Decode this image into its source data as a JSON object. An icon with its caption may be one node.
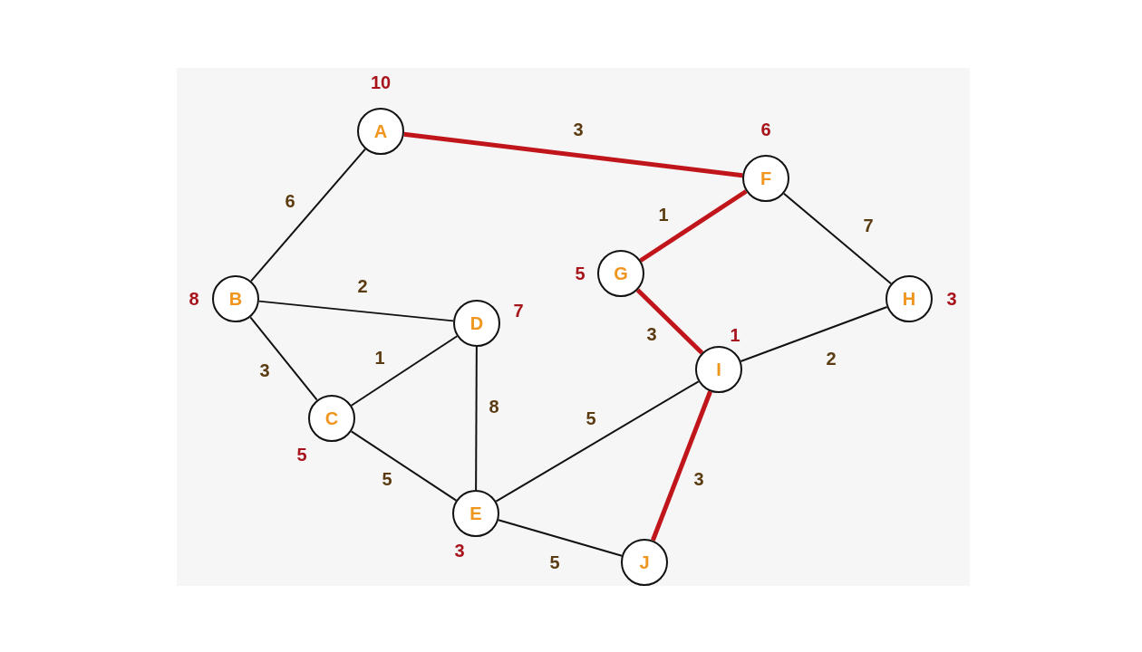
{
  "diagram": {
    "nodes": [
      {
        "text": [
          "A"
        ],
        "beside": [
          "10"
        ]
      },
      {
        "text": [
          "B"
        ],
        "beside": [
          "8"
        ]
      },
      {
        "text": [
          "C"
        ],
        "beside": [
          "5"
        ]
      },
      {
        "text": [
          "D"
        ],
        "beside": [
          "7"
        ]
      },
      {
        "text": [
          "E"
        ],
        "beside": [
          "3"
        ]
      },
      {
        "text": [
          "F"
        ],
        "beside": [
          "6"
        ]
      },
      {
        "text": [
          "G"
        ],
        "beside": [
          "5"
        ]
      },
      {
        "text": [
          "H"
        ],
        "beside": [
          "3"
        ]
      },
      {
        "text": [
          "I"
        ],
        "beside": [
          "1"
        ]
      },
      {
        "text": [
          "J"
        ]
      }
    ],
    "edges": [
      {
        "from": 0,
        "to": 1,
        "arrow": "none",
        "label": "6"
      },
      {
        "from": 0,
        "to": 5,
        "arrow": "none",
        "label": "3",
        "style": "thick",
        "color": "#c0161b"
      },
      {
        "from": 1,
        "to": 2,
        "arrow": "none",
        "label": "3"
      },
      {
        "from": 1,
        "to": 3,
        "arrow": "none",
        "label": "2"
      },
      {
        "from": 2,
        "to": 3,
        "arrow": "none",
        "label": "1"
      },
      {
        "from": 2,
        "to": 4,
        "arrow": "none",
        "label": "5"
      },
      {
        "from": 3,
        "to": 4,
        "arrow": "none",
        "label": "8"
      },
      {
        "from": 4,
        "to": 8,
        "arrow": "none",
        "label": "5"
      },
      {
        "from": 4,
        "to": 9,
        "arrow": "none",
        "label": "5"
      },
      {
        "from": 5,
        "to": 6,
        "arrow": "none",
        "label": "1",
        "style": "thick",
        "color": "#c0161b"
      },
      {
        "from": 5,
        "to": 7,
        "arrow": "none",
        "label": "7"
      },
      {
        "from": 6,
        "to": 8,
        "arrow": "none",
        "label": "3",
        "style": "thick",
        "color": "#c0161b"
      },
      {
        "from": 7,
        "to": 8,
        "arrow": "none",
        "label": "2"
      },
      {
        "from": 8,
        "to": 9,
        "arrow": "none",
        "label": "3",
        "style": "thick",
        "color": "#c0161b"
      }
    ]
  }
}
